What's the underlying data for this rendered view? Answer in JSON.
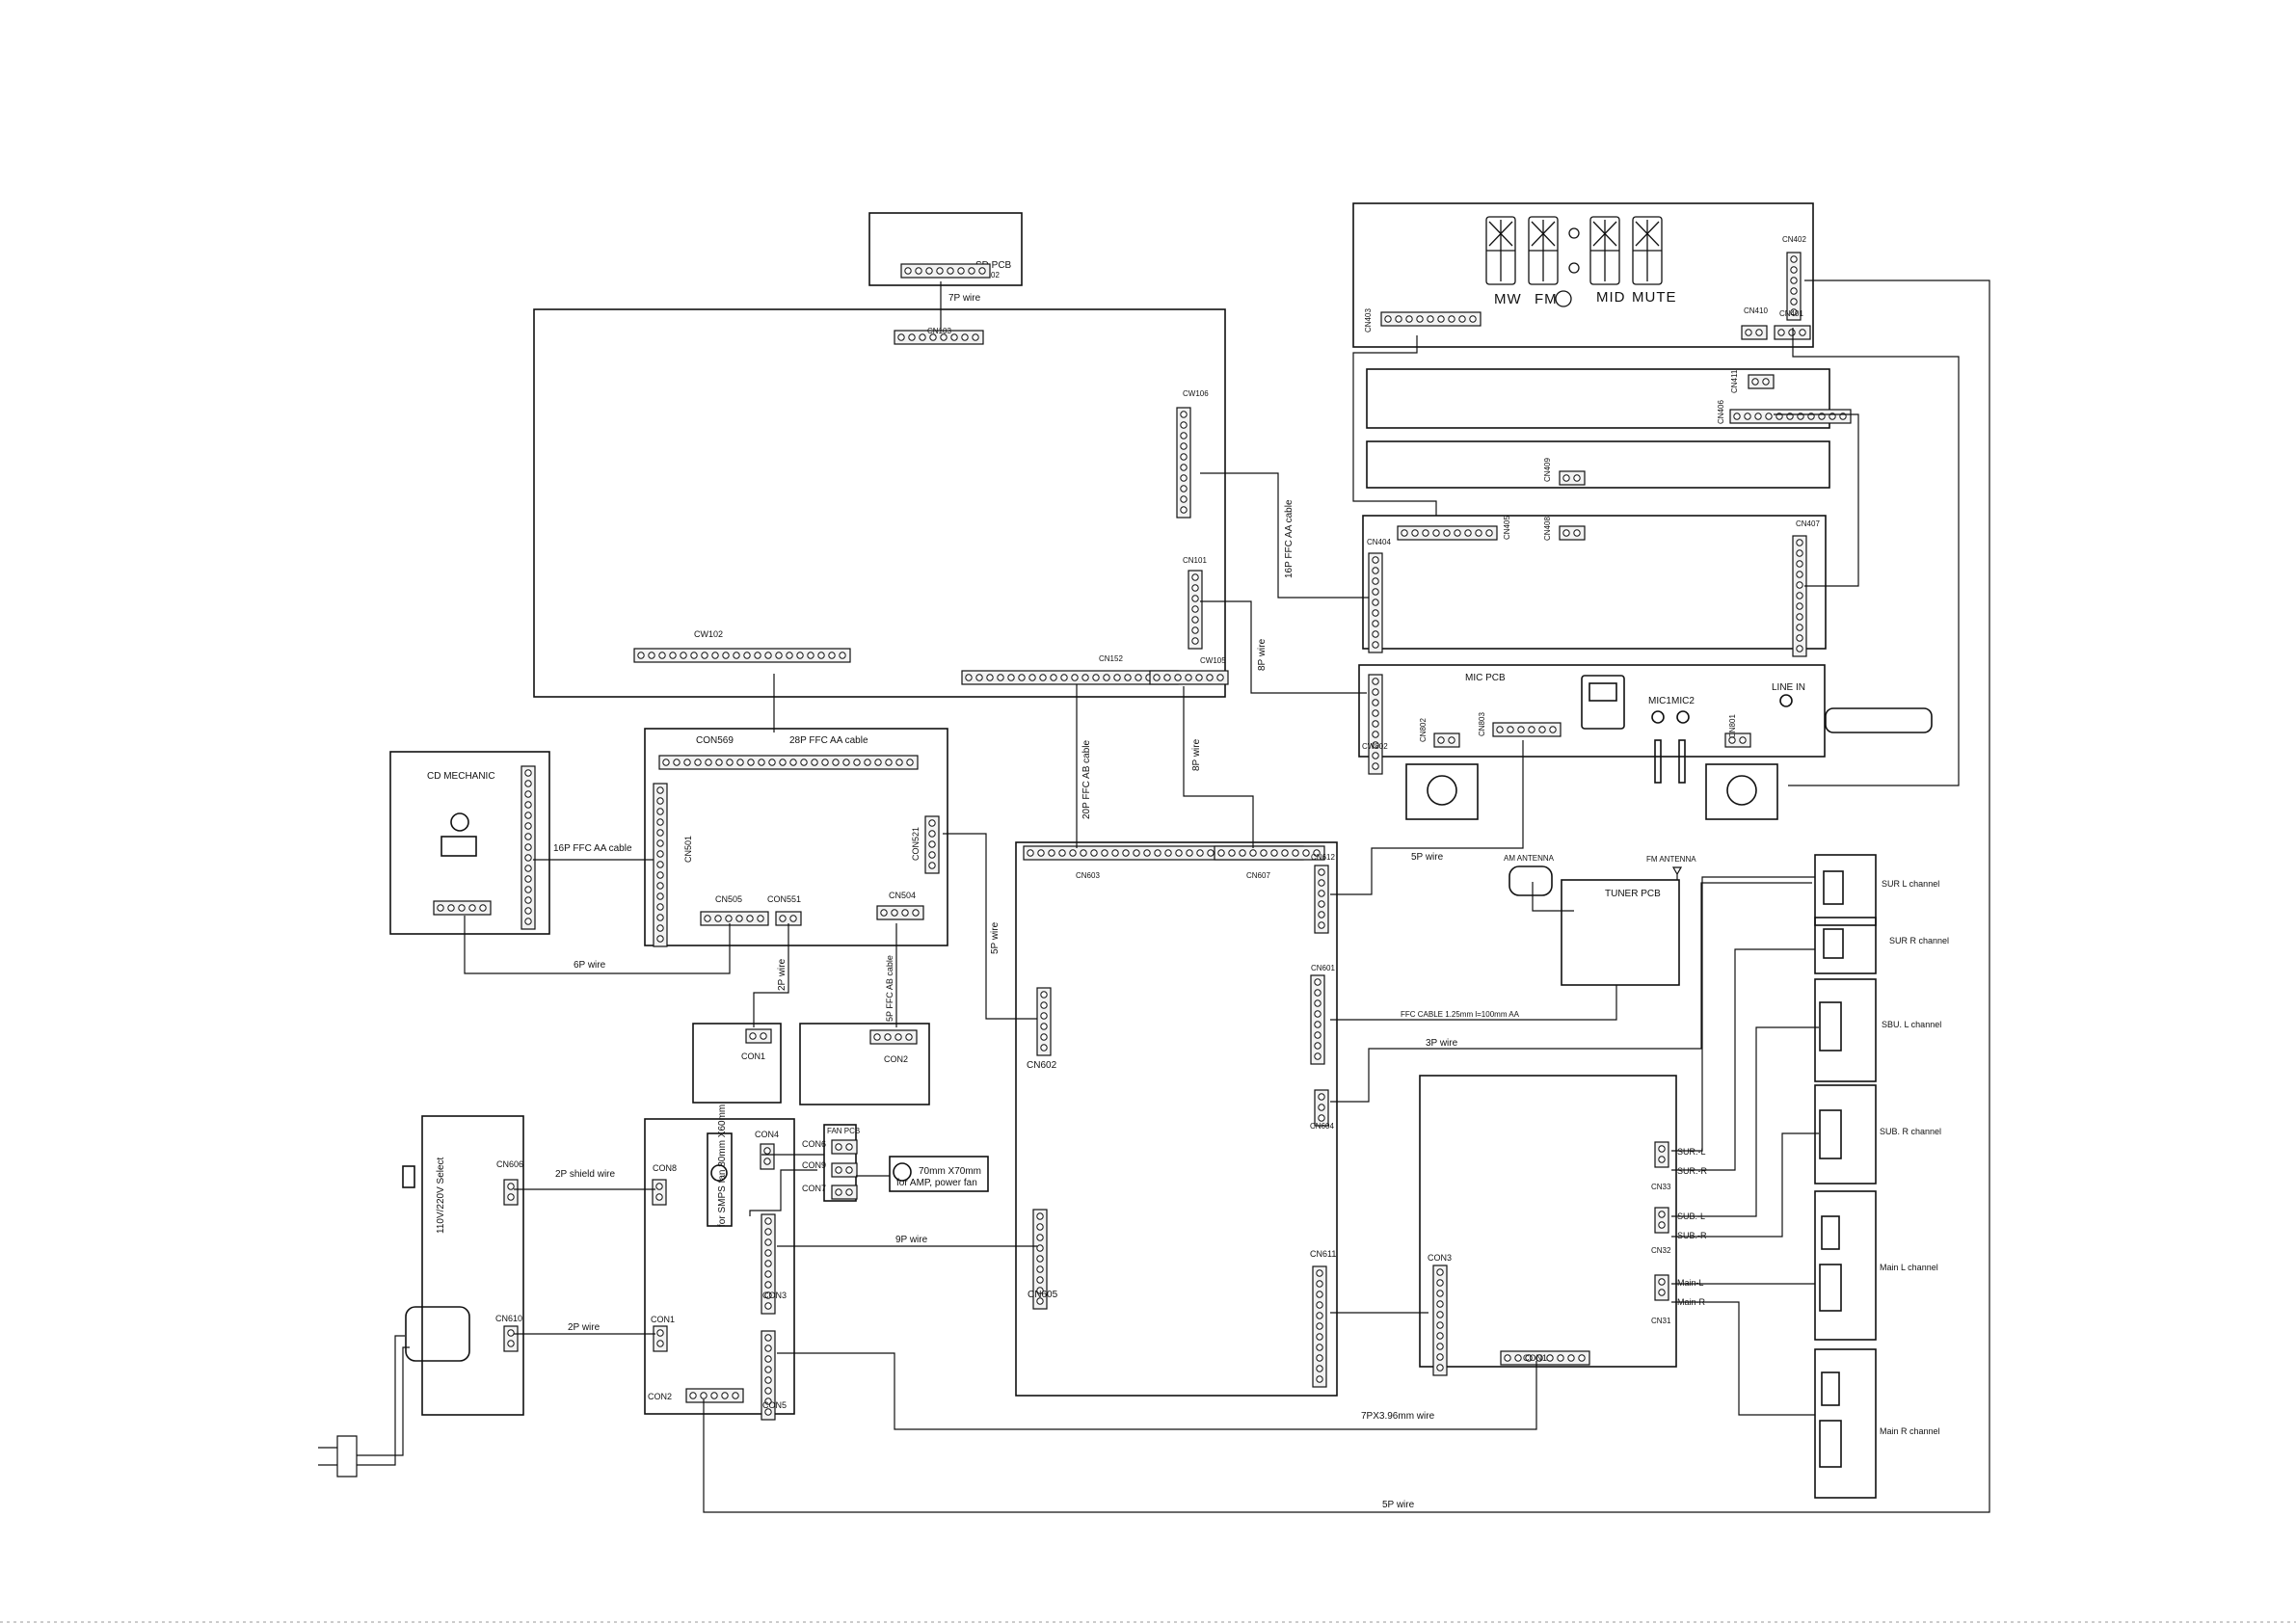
{
  "boards": {
    "sd_pcb": {
      "label": "SD PCB",
      "connector": "CN902"
    },
    "cd_mechanic": {
      "label": "CD MECHANIC"
    },
    "mic_pcb": {
      "label": "MIC PCB"
    },
    "tuner_pcb": {
      "label": "TUNER PCB"
    },
    "fan_pcb": {
      "label": "FAN PCB"
    },
    "smps_fan": {
      "label": "for SMPS fan 80mm X60mm"
    },
    "amp_fan": {
      "label1": "70mm X70mm",
      "label2": "for AMP, power fan"
    },
    "voltage_select": {
      "label": "110V/220V Select"
    }
  },
  "display": {
    "indicators": [
      "MW",
      "FM",
      "MID",
      "MUTE"
    ]
  },
  "mic_panel": {
    "mic1": "MIC1",
    "mic2": "MIC2",
    "line_in": "LINE IN"
  },
  "antennas": {
    "am": "AM ANTENNA",
    "fm": "FM ANTENNA"
  },
  "connectors": {
    "cn101": "CN101",
    "cn102": "CW102",
    "cn103": "CN103",
    "cn105": "CW105",
    "cn106": "CW106",
    "cn152": "CN152",
    "cn402": "CN402",
    "cn403": "CN403",
    "cn404": "CN404",
    "cn405": "CN405",
    "cn406": "CN406",
    "cn407": "CN407",
    "cn408": "CN408",
    "cn409": "CN409",
    "cn410": "CN410",
    "cn411": "CN411",
    "cn401": "CN401",
    "cn801": "CN801",
    "cn802": "CN802",
    "cn803": "CN803",
    "cw802": "CW802",
    "con569": "CON569",
    "cn501": "CN501",
    "con521": "CON521",
    "cn505": "CN505",
    "con551": "CON551",
    "cn504": "CN504",
    "con1_small": "CON1",
    "con2_small": "CON2",
    "cn602": "CN602",
    "cn603": "CN603",
    "cn607": "CN607",
    "cn612": "CN612",
    "cn601": "CN601",
    "cn604": "CN604",
    "cn605": "CN605",
    "cn611": "CN611",
    "cn606": "CN606",
    "cn610": "CN610",
    "con8": "CON8",
    "con1_psu": "CON1",
    "con2_psu": "CON2",
    "con3_psu": "CON3",
    "con4": "CON4",
    "con5": "CON5",
    "con6": "CON6",
    "con9": "CON9",
    "con7": "CON7",
    "con3_amp": "CON3",
    "con1_amp": "CON1",
    "cn33": "CN33",
    "cn32": "CN32",
    "cn31": "CN31"
  },
  "wires": {
    "w_7p": "7P  wire",
    "w_16p_ffc_cd": "16P  FFC  AA cable",
    "w_28p": "28P  FFC  AA cable",
    "w_6p": "6P  wire",
    "w_2p_con1": "2P  wire",
    "w_5p_ffc": "5P  FFC  AB cable",
    "w_20p": "20P  FFC  AB cable",
    "w_8p_a": "8P  wire",
    "w_8p_b": "8P  wire",
    "w_16p_ffc_front": "16P  FFC  AA cable",
    "w_5p_cn602": "5P  wire",
    "w_5p_mic": "5P  wire",
    "w_ffc_tuner": "FFC CABLE 1.25mm l=100mm  AA",
    "w_3p": "3P  wire",
    "w_9p": "9P  wire",
    "w_2p_shield": "2P  shield  wire",
    "w_2p_psu": "2P  wire",
    "w_7p396": "7PX3.96mm   wire",
    "w_5p_bottom": "5P  wire"
  },
  "speaker_outputs": {
    "sur_l": "SUR.-L",
    "sur_r": "SUR.-R",
    "sub_l": "SUB.-L",
    "sub_r": "SUB.-R",
    "main_l": "Main-L",
    "main_r": "Main-R"
  },
  "speakers": [
    {
      "label": "SUR  L  channel"
    },
    {
      "label": "SUR  R  channel"
    },
    {
      "label": "SBU.  L  channel"
    },
    {
      "label": "SUB.  R  channel"
    },
    {
      "label": "Main  L  channel"
    },
    {
      "label": "Main  R  channel"
    }
  ]
}
